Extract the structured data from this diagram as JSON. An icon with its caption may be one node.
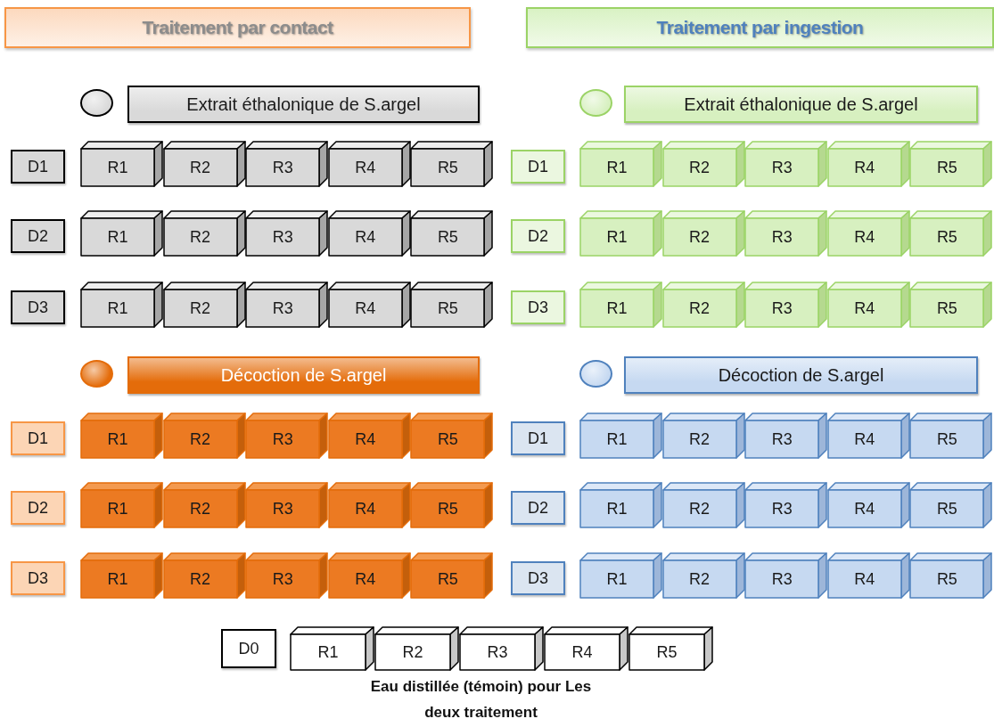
{
  "diagram": {
    "nodes": [
      {
        "text": [
          "Traitement par contact"
        ]
      },
      {
        "text": [
          "Traitement par ingestion"
        ]
      },
      {
        "text": [],
        "shape": "circle"
      },
      {
        "text": [
          "Extrait éthalonique de S.argel"
        ]
      },
      {
        "text": [],
        "shape": "circle"
      },
      {
        "text": [
          "Extrait éthalonique de S.argel"
        ]
      },
      {
        "text": [
          "D1"
        ]
      },
      {
        "text": [
          "R1"
        ]
      },
      {
        "text": [
          "R2"
        ]
      },
      {
        "text": [
          "R3"
        ]
      },
      {
        "text": [
          "R4"
        ]
      },
      {
        "text": [
          "R5"
        ]
      },
      {
        "text": [
          "D1"
        ]
      },
      {
        "text": [
          "R1"
        ]
      },
      {
        "text": [
          "R2"
        ]
      },
      {
        "text": [
          "R3"
        ]
      },
      {
        "text": [
          "R4"
        ]
      },
      {
        "text": [
          "R5"
        ]
      },
      {
        "text": [
          "D2"
        ]
      },
      {
        "text": [
          "R1"
        ]
      },
      {
        "text": [
          "R2"
        ]
      },
      {
        "text": [
          "R3"
        ]
      },
      {
        "text": [
          "R4"
        ]
      },
      {
        "text": [
          "R5"
        ]
      },
      {
        "text": [
          "D2"
        ]
      },
      {
        "text": [
          "R1"
        ]
      },
      {
        "text": [
          "R2"
        ]
      },
      {
        "text": [
          "R3"
        ]
      },
      {
        "text": [
          "R4"
        ]
      },
      {
        "text": [
          "R5"
        ]
      },
      {
        "text": [
          "D3"
        ]
      },
      {
        "text": [
          "R1"
        ]
      },
      {
        "text": [
          "R2"
        ]
      },
      {
        "text": [
          "R3"
        ]
      },
      {
        "text": [
          "R4"
        ]
      },
      {
        "text": [
          "R5"
        ]
      },
      {
        "text": [
          "D3"
        ]
      },
      {
        "text": [
          "R1"
        ]
      },
      {
        "text": [
          "R2"
        ]
      },
      {
        "text": [
          "R3"
        ]
      },
      {
        "text": [
          "R4"
        ]
      },
      {
        "text": [
          "R5"
        ]
      },
      {
        "text": [],
        "shape": "circle"
      },
      {
        "text": [
          "Décoction de S.argel"
        ]
      },
      {
        "text": [],
        "shape": "circle"
      },
      {
        "text": [
          "Décoction de S.argel"
        ]
      },
      {
        "text": [
          "D1"
        ]
      },
      {
        "text": [
          "R1"
        ]
      },
      {
        "text": [
          "R2"
        ]
      },
      {
        "text": [
          "R3"
        ]
      },
      {
        "text": [
          "R4"
        ]
      },
      {
        "text": [
          "R5"
        ]
      },
      {
        "text": [
          "D1"
        ]
      },
      {
        "text": [
          "R1"
        ]
      },
      {
        "text": [
          "R2"
        ]
      },
      {
        "text": [
          "R3"
        ]
      },
      {
        "text": [
          "R4"
        ]
      },
      {
        "text": [
          "R5"
        ]
      },
      {
        "text": [
          "D2"
        ]
      },
      {
        "text": [
          "R1"
        ]
      },
      {
        "text": [
          "R2"
        ]
      },
      {
        "text": [
          "R3"
        ]
      },
      {
        "text": [
          "R4"
        ]
      },
      {
        "text": [
          "R5"
        ]
      },
      {
        "text": [
          "D2"
        ]
      },
      {
        "text": [
          "R1"
        ]
      },
      {
        "text": [
          "R2"
        ]
      },
      {
        "text": [
          "R3"
        ]
      },
      {
        "text": [
          "R4"
        ]
      },
      {
        "text": [
          "R5"
        ]
      },
      {
        "text": [
          "D3"
        ]
      },
      {
        "text": [
          "R1"
        ]
      },
      {
        "text": [
          "R2"
        ]
      },
      {
        "text": [
          "R3"
        ]
      },
      {
        "text": [
          "R4"
        ]
      },
      {
        "text": [
          "R5"
        ]
      },
      {
        "text": [
          "D3"
        ]
      },
      {
        "text": [
          "R1"
        ]
      },
      {
        "text": [
          "R2"
        ]
      },
      {
        "text": [
          "R3"
        ]
      },
      {
        "text": [
          "R4"
        ]
      },
      {
        "text": [
          "R5"
        ]
      },
      {
        "text": [
          "D0"
        ]
      },
      {
        "text": [
          "R1"
        ]
      },
      {
        "text": [
          "R2"
        ]
      },
      {
        "text": [
          "R3"
        ]
      },
      {
        "text": [
          "R4"
        ]
      },
      {
        "text": [
          "R5"
        ]
      }
    ],
    "labels": [
      "Eau distillée (témoin) pour Les deux traitement"
    ]
  }
}
